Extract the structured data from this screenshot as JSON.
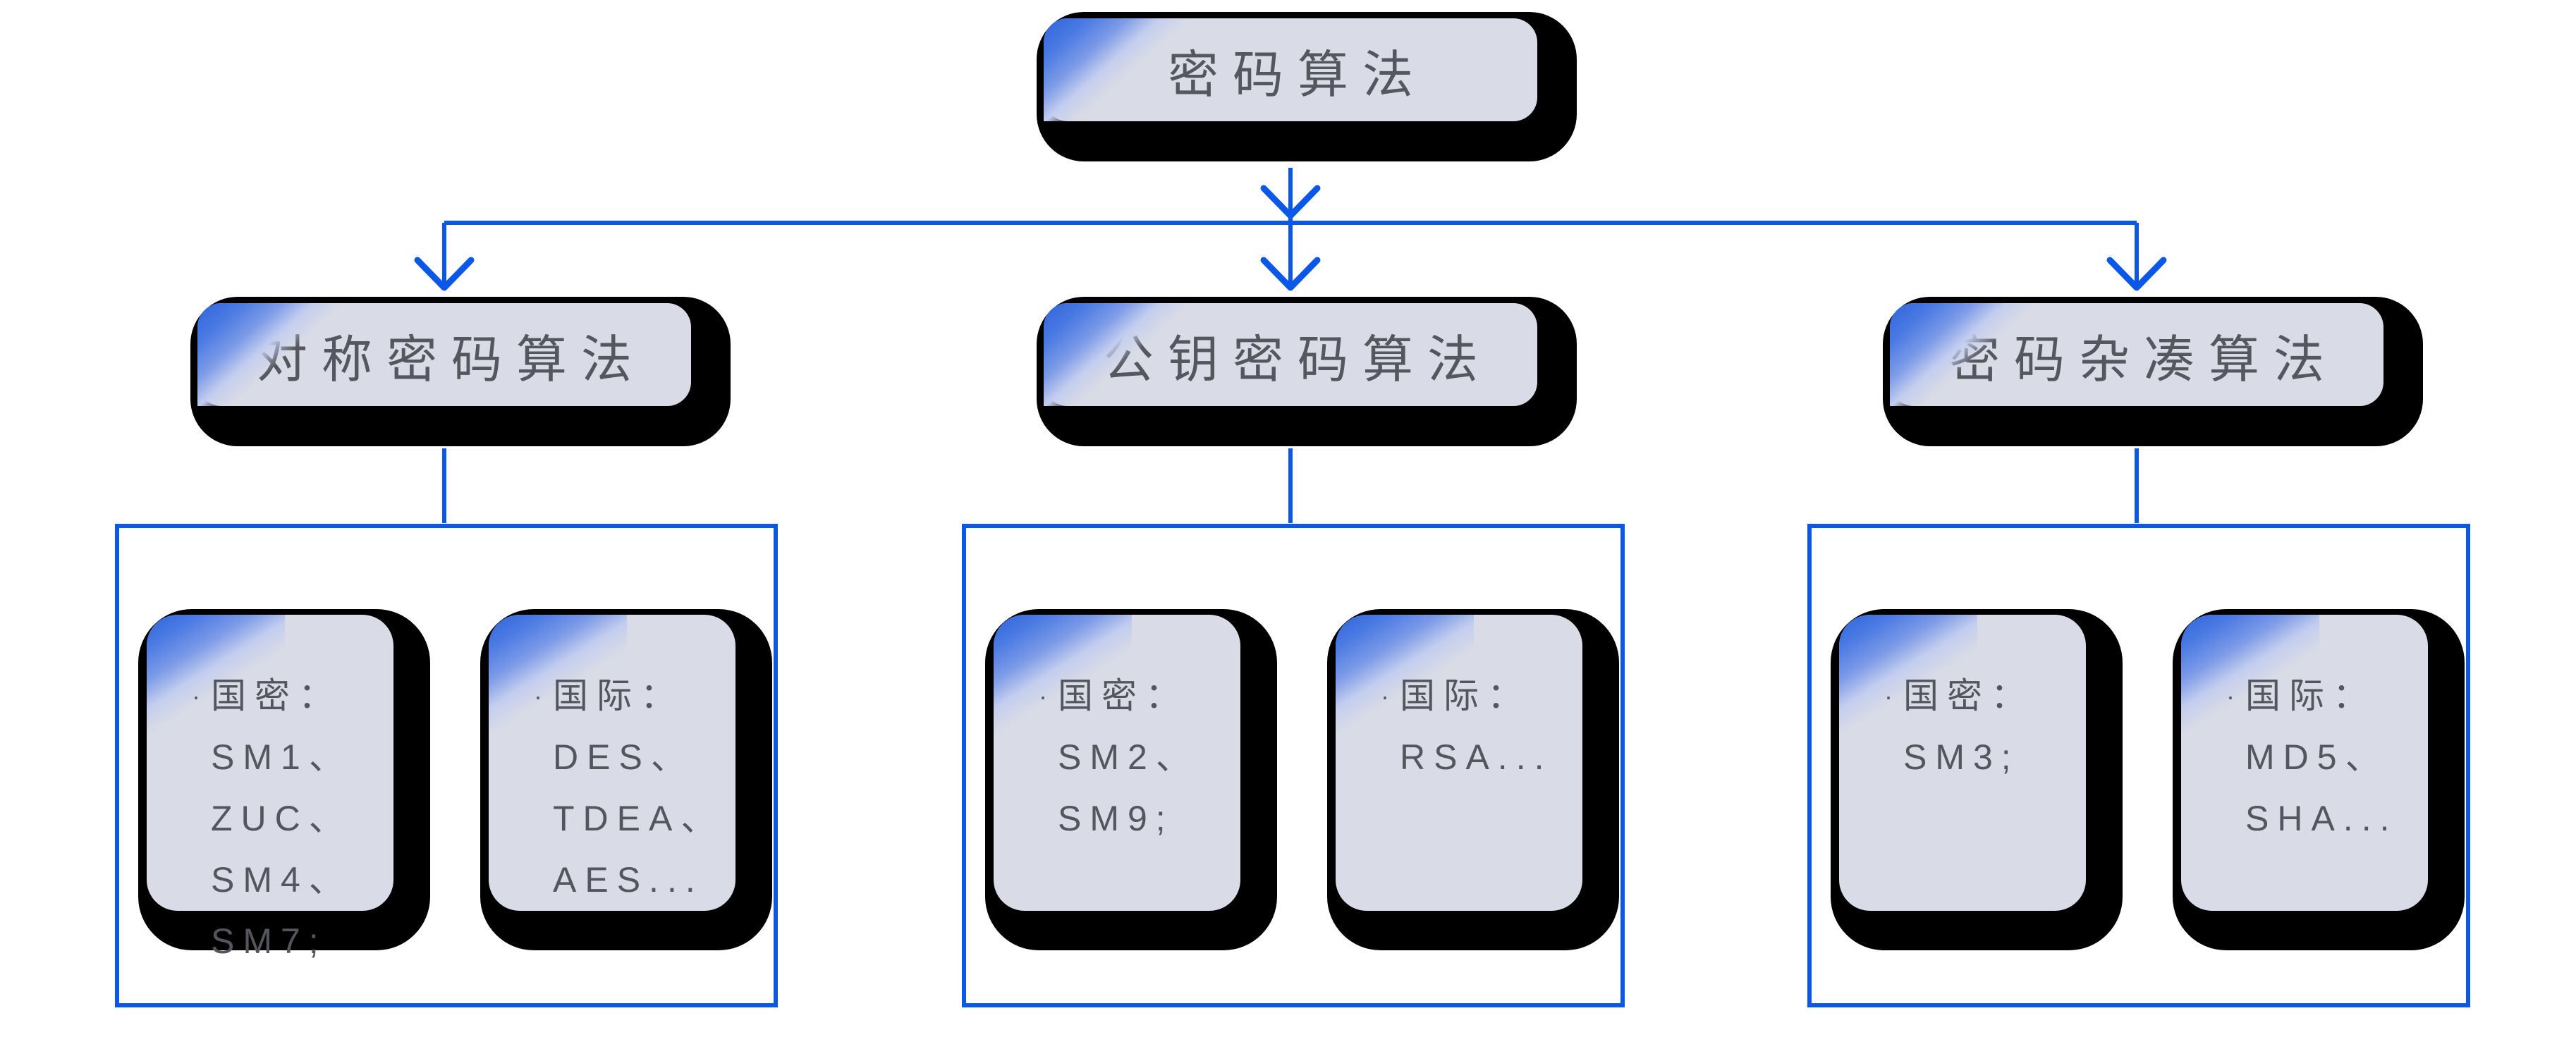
{
  "diagram": {
    "root": {
      "label": "密码算法"
    },
    "branches": [
      {
        "label": "对称密码算法",
        "cards": [
          {
            "bullet": "·",
            "heading": "国密：",
            "items": [
              "SM1、",
              "ZUC、",
              "SM4、",
              "SM7;"
            ]
          },
          {
            "bullet": "·",
            "heading": "国际：",
            "items": [
              "DES、",
              "TDEA、",
              "AES..."
            ]
          }
        ]
      },
      {
        "label": "公钥密码算法",
        "cards": [
          {
            "bullet": "·",
            "heading": "国密：",
            "items": [
              "SM2、",
              "SM9;"
            ]
          },
          {
            "bullet": "·",
            "heading": "国际：",
            "items": [
              "RSA..."
            ]
          }
        ]
      },
      {
        "label": "密码杂凑算法",
        "cards": [
          {
            "bullet": "·",
            "heading": "国密：",
            "items": [
              "SM3;"
            ]
          },
          {
            "bullet": "·",
            "heading": "国际：",
            "items": [
              "MD5、",
              "SHA..."
            ]
          }
        ]
      }
    ],
    "colors": {
      "connector_blue": "#0b57e8",
      "card_background": "#d9dce6",
      "corner_accent_blue": "#2e63da",
      "shadow_black": "#000000",
      "text_gray": "#55575e"
    }
  }
}
